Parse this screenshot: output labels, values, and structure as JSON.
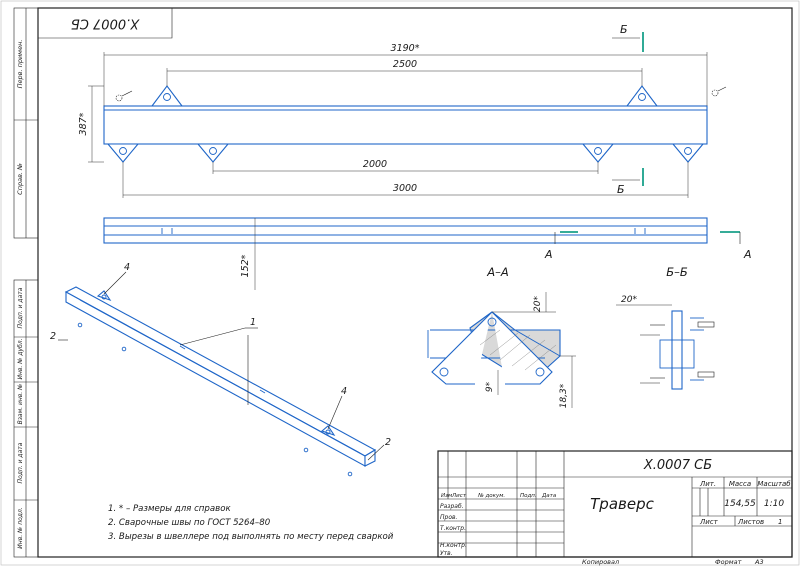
{
  "sheet": {
    "code_stamp": "X.0007 СБ",
    "format_label": "Формат",
    "format_value": "A3",
    "copied_label": "Копировал"
  },
  "left_strip": {
    "perv_primen": "Перв. примен.",
    "sprav_no": "Справ. №",
    "podp_data_1": "Подп. и дата",
    "inv_dubl": "Инв. № дубл.",
    "vzam_inv": "Взам. инв. №",
    "podp_data_2": "Подп. и дата",
    "inv_podl": "Инв. № подл."
  },
  "dimensions": {
    "d3190": "3190*",
    "d2500": "2500",
    "d387": "387*",
    "d2000": "2000",
    "d3000": "3000",
    "d152": "152*",
    "d20_aa": "20*",
    "d9": "9*",
    "d183": "18,3*",
    "d20_bb": "20*"
  },
  "section_labels": {
    "b_top": "Б",
    "b_bottom": "Б",
    "a_left": "А",
    "a_right": "А",
    "aa_title": "А–А",
    "bb_title": "Б–Б"
  },
  "callouts": [
    "1",
    "2",
    "2",
    "4",
    "4"
  ],
  "notes": [
    "1. * – Размеры для справок",
    "2. Сварочные швы по ГОСТ 5264–80",
    "3. Вырезы в швеллере под выполнять по месту перед сваркой"
  ],
  "title_block": {
    "designation": "X.0007 СБ",
    "name": "Траверс",
    "lit_label": "Лит.",
    "mass_label": "Масса",
    "scale_label": "Масштаб",
    "mass_value": "154,55",
    "scale_value": "1:10",
    "sheet_label": "Лист",
    "sheets_label": "Листов",
    "sheets_value": "1",
    "izm": "Изм",
    "list": "Лист",
    "doc_no": "№ докум.",
    "podp": "Подп.",
    "data": "Дата",
    "razrab": "Разраб.",
    "prov": "Пров.",
    "tkontr": "Т.контр.",
    "nkontr": "Н.контр.",
    "utv": "Утв."
  }
}
